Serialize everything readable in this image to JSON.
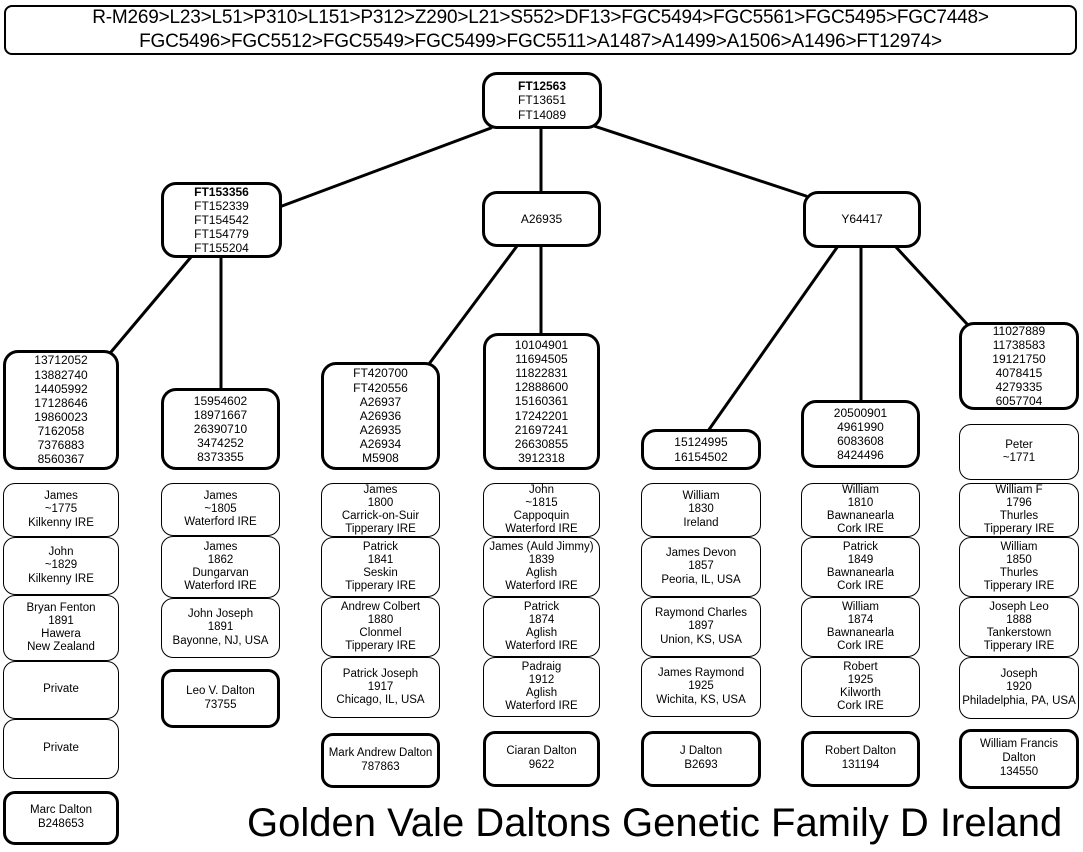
{
  "banner": {
    "lines": [
      "R-M269>L23>L51>P310>L151>P312>Z290>L21>S552>DF13>FGC5494>FGC5561>FGC5495>FGC7448>",
      "FGC5496>FGC5512>FGC5549>FGC5499>FGC5511>A1487>A1499>A1506>A1496>FT12974>"
    ]
  },
  "title": "Golden Vale Daltons Genetic Family D Ireland",
  "nodes": {
    "root": {
      "primary": "FT12563",
      "rest": [
        "FT13651",
        "FT14089"
      ]
    },
    "ft153356": {
      "primary": "FT153356",
      "rest": [
        "FT152339",
        "FT154542",
        "FT154779",
        "FT155204"
      ]
    },
    "a26935": {
      "label": "A26935"
    },
    "y64417": {
      "label": "Y64417"
    }
  },
  "columns": [
    {
      "snps": [
        "13712052",
        "13882740",
        "14405992",
        "17128646",
        "19860023",
        "7162058",
        "7376883",
        "8560367"
      ],
      "persons": [
        [
          "James",
          "~1775",
          "Kilkenny IRE"
        ],
        [
          "John",
          "~1829",
          "Kilkenny IRE"
        ],
        [
          "Bryan Fenton",
          "1891",
          "Hawera",
          "New Zealand"
        ],
        [
          "Private"
        ],
        [
          "Private"
        ]
      ],
      "tester": [
        "Marc Dalton",
        "B248653"
      ]
    },
    {
      "snps": [
        "15954602",
        "18971667",
        "26390710",
        "3474252",
        "8373355"
      ],
      "persons": [
        [
          "James",
          "~1805",
          "Waterford IRE"
        ],
        [
          "James",
          "1862",
          "Dungarvan",
          "Waterford IRE"
        ],
        [
          "John Joseph",
          "1891",
          "Bayonne, NJ, USA"
        ]
      ],
      "tester": [
        "Leo V. Dalton",
        "73755"
      ]
    },
    {
      "snps": [
        "FT420700",
        "FT420556",
        "A26937",
        "A26936",
        "A26935",
        "A26934",
        "M5908"
      ],
      "persons": [
        [
          "James",
          "1800",
          "Carrick-on-Suir",
          "Tipperary IRE"
        ],
        [
          "Patrick",
          "1841",
          "Seskin",
          "Tipperary IRE"
        ],
        [
          "Andrew Colbert",
          "1880",
          "Clonmel",
          "Tipperary IRE"
        ],
        [
          "Patrick Joseph",
          "1917",
          "Chicago, IL, USA"
        ]
      ],
      "tester": [
        "Mark Andrew Dalton",
        "787863"
      ]
    },
    {
      "snps": [
        "10104901",
        "11694505",
        "11822831",
        "12888600",
        "15160361",
        "17242201",
        "21697241",
        "26630855",
        "3912318"
      ],
      "persons": [
        [
          "John",
          "~1815",
          "Cappoquin",
          "Waterford IRE"
        ],
        [
          "James (Auld Jimmy)",
          "1839",
          "Aglish",
          "Waterford IRE"
        ],
        [
          "Patrick",
          "1874",
          "Aglish",
          "Waterford IRE"
        ],
        [
          "Padraig",
          "1912",
          "Aglish",
          "Waterford IRE"
        ]
      ],
      "tester": [
        "Ciaran Dalton",
        "9622"
      ]
    },
    {
      "snps": [
        "15124995",
        "16154502"
      ],
      "persons": [
        [
          "William",
          "1830",
          "Ireland"
        ],
        [
          "James Devon",
          "1857",
          "Peoria, IL, USA"
        ],
        [
          "Raymond Charles",
          "1897",
          "Union, KS, USA"
        ],
        [
          "James Raymond",
          "1925",
          "Wichita, KS, USA"
        ]
      ],
      "tester": [
        "J Dalton",
        "B2693"
      ]
    },
    {
      "snps": [
        "20500901",
        "4961990",
        "6083608",
        "8424496"
      ],
      "persons": [
        [
          "William",
          "1810",
          "Bawnanearla",
          "Cork IRE"
        ],
        [
          "Patrick",
          "1849",
          "Bawnanearla",
          "Cork IRE"
        ],
        [
          "William",
          "1874",
          "Bawnanearla",
          "Cork IRE"
        ],
        [
          "Robert",
          "1925",
          "Kilworth",
          "Cork IRE"
        ]
      ],
      "tester": [
        "Robert Dalton",
        "131194"
      ]
    },
    {
      "snps": [
        "11027889",
        "11738583",
        "19121750",
        "4078415",
        "4279335",
        "6057704"
      ],
      "persons": [
        [
          "Peter",
          "~1771"
        ],
        [
          "William F",
          "1796",
          "Thurles",
          "Tipperary IRE"
        ],
        [
          "William",
          "1850",
          "Thurles",
          "Tipperary IRE"
        ],
        [
          "Joseph Leo",
          "1888",
          "Tankerstown",
          "Tipperary IRE"
        ],
        [
          "Joseph",
          "1920",
          "Philadelphia, PA, USA"
        ]
      ],
      "tester": [
        "William Francis Dalton",
        "134550"
      ]
    }
  ]
}
